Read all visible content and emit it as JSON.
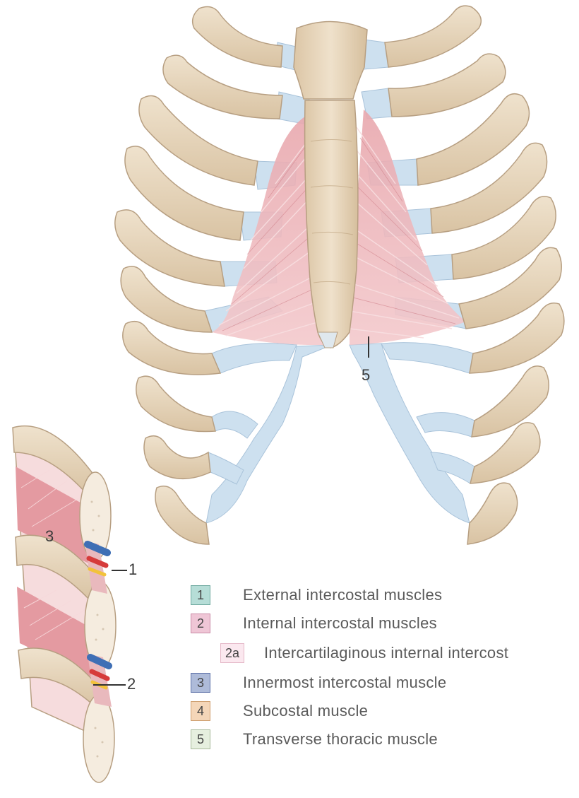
{
  "callouts": {
    "inset_3": "3",
    "inset_1": "1",
    "inset_2": "2",
    "main_5": "5"
  },
  "legend": [
    {
      "key": "1",
      "label": "External intercostal muscles",
      "fill": "#b6ddd7",
      "border": "#6fa99f"
    },
    {
      "key": "2",
      "label": "Internal intercostal muscles",
      "fill": "#efc6d6",
      "border": "#c98aa5"
    },
    {
      "key": "2a",
      "label": "Intercartilaginous internal intercost",
      "fill": "#fbe8ef",
      "border": "#e5b8c8"
    },
    {
      "key": "3",
      "label": "Innermost intercostal muscle",
      "fill": "#aebbd9",
      "border": "#5e72a8"
    },
    {
      "key": "4",
      "label": "Subcostal muscle",
      "fill": "#f4d6b8",
      "border": "#cf9f6f"
    },
    {
      "key": "5",
      "label": "Transverse thoracic muscle",
      "fill": "#e6efdf",
      "border": "#a7b99a"
    }
  ],
  "colors": {
    "bone": "#e7d6bd",
    "bone_outline": "#b79f82",
    "cartilage": "#cde0ef",
    "muscle": "#e3a3a8",
    "vein": "#3f6fb5",
    "artery": "#d63b3b",
    "nerve": "#f2c23b"
  }
}
